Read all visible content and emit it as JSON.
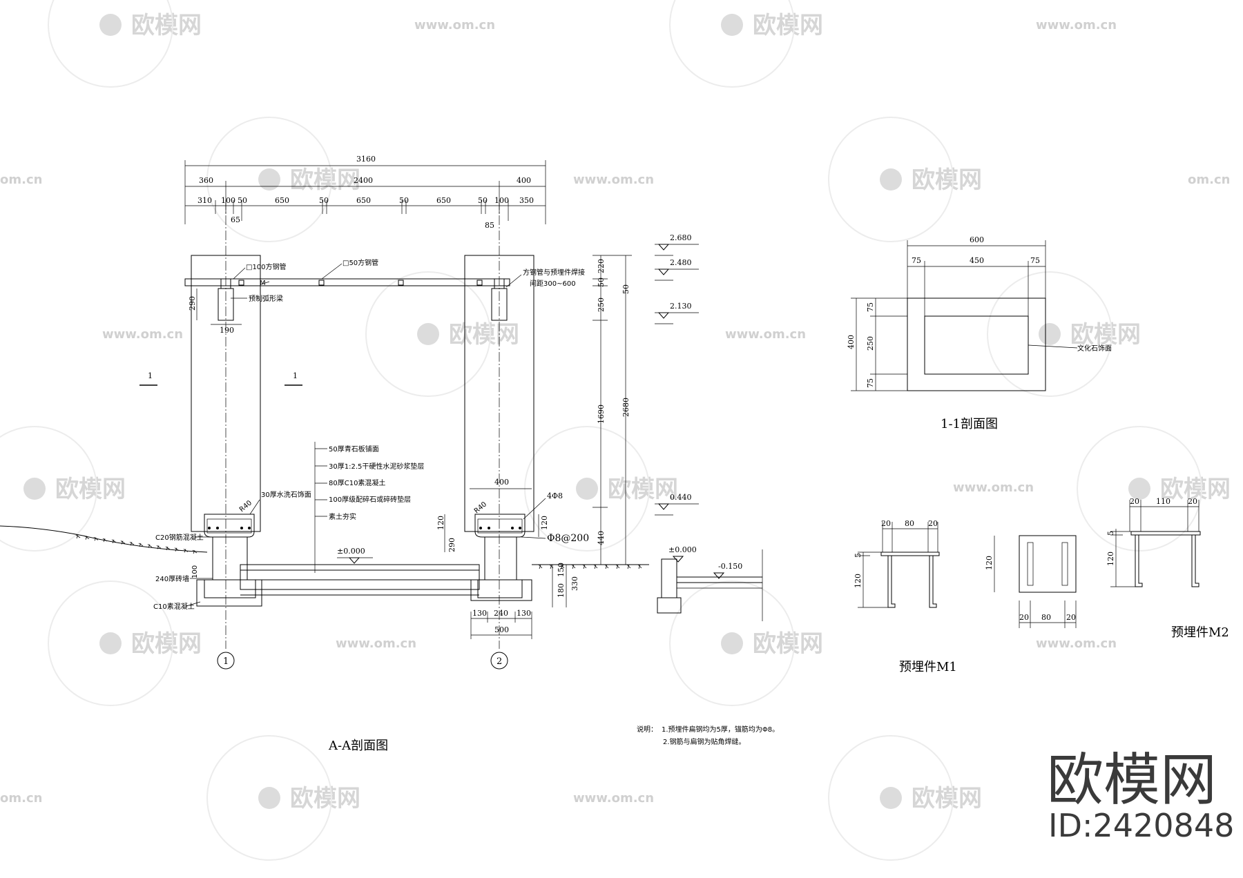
{
  "watermark": {
    "brand": "欧模网",
    "url": "www.om.cn",
    "url_short": "om.cn"
  },
  "brand_block": {
    "name": "欧模网",
    "id": "ID:2420848"
  },
  "section_aa": {
    "title": "A-A剖面图",
    "dims_top": {
      "total": "3160",
      "left": "360",
      "mid": "2400",
      "right": "400"
    },
    "dims_row": [
      "310",
      "100",
      "50",
      "650",
      "50",
      "650",
      "50",
      "650",
      "50",
      "100",
      "350"
    ],
    "dim_65": "65",
    "dim_85": "85",
    "dim_290": "290",
    "dim_190": "190",
    "labels": {
      "steel100": "□100方钢管",
      "steel50": "□50方钢管",
      "beam": "预制弧形梁",
      "weld_1": "方钢管与预埋件焊接",
      "weld_2": "间距300~600",
      "paving_1": "50厚青石板铺面",
      "paving_2": "30厚1:2.5干硬性水泥砂浆垫层",
      "paving_3": "80厚C10素混凝土",
      "paving_4": "100厚级配碎石或碎砖垫层",
      "paving_5": "素土夯实",
      "cap": "30厚水洗石饰面",
      "c20": "C20钢筋混凝土",
      "brick": "240厚砖墙",
      "c10": "C10素混凝土",
      "rebar": "4Φ8",
      "stirrup": "Φ8@200",
      "r40a": "R40",
      "r40b": "R40"
    },
    "section_mark": "1",
    "col_dims": {
      "top": "400",
      "a": "120",
      "b": "290",
      "c": "120",
      "d": "100"
    },
    "footing": {
      "total": "500",
      "a": "130",
      "b": "240",
      "c": "130"
    },
    "depth": {
      "a": "150",
      "b": "180",
      "c": "330"
    },
    "level_zero_a": "±0.000",
    "level_zero_b": "±0.000",
    "level_neg": "-0.150",
    "elev": [
      "2.680",
      "2.480",
      "2.130",
      "0.440"
    ],
    "vdims": {
      "a": "220",
      "b": "50",
      "c": "250",
      "d": "1690",
      "e": "440",
      "f": "2680",
      "g": "50"
    },
    "axes": [
      "1",
      "2"
    ]
  },
  "notes": {
    "label": "说明：",
    "lines": [
      "1.预埋件扁钢均为5厚，锚筋均为Φ8。",
      "2.钢筋与扁钢为贴角焊缝。"
    ]
  },
  "section_11": {
    "title": "1-1剖面图",
    "dims": {
      "w": "600",
      "a": "75",
      "b": "450",
      "c": "75",
      "h": "400",
      "d": "75",
      "e": "250",
      "f": "75"
    },
    "label": "文化石饰面"
  },
  "m1": {
    "title": "预埋件M1",
    "top": [
      "20",
      "80",
      "20"
    ],
    "h": "120",
    "hsmall": "5",
    "bottom": [
      "20",
      "80",
      "20"
    ],
    "h2": "120"
  },
  "m2": {
    "title": "预埋件M2",
    "top": [
      "20",
      "110",
      "20"
    ],
    "h": "120",
    "hsmall": "5"
  }
}
